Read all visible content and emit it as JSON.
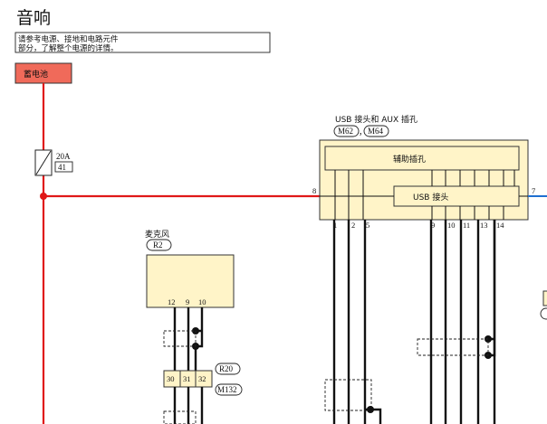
{
  "title": "音响",
  "note": {
    "line1": "请参考电源、接地和电路元件",
    "line2": "部分，了解整个电源的详情。"
  },
  "battery": {
    "label": "蓄电池"
  },
  "fuse": {
    "rating": "20A",
    "number": "41"
  },
  "usb_unit": {
    "title": "USB 接头和 AUX 插孔",
    "connector_a": "M62",
    "separator": "，",
    "connector_b": "M64",
    "aux_label": "辅助插孔",
    "usb_label": "USB 接头",
    "pin_left": "8",
    "pin_right": "7",
    "pins_bottom": [
      "1",
      "2",
      "5",
      "9",
      "10",
      "11",
      "13",
      "14"
    ]
  },
  "microphone": {
    "title": "麦克风",
    "connector": "R2",
    "pins": [
      "12",
      "9",
      "10"
    ]
  },
  "junction": {
    "pins": [
      "30",
      "31",
      "32"
    ],
    "connector_a": "R20",
    "connector_b": "M132"
  },
  "colors": {
    "power_wire": "#e01818",
    "battery_fill": "#f06a5a",
    "component_fill": "#fff4c8",
    "blue_wire": "#1e6fd0"
  }
}
